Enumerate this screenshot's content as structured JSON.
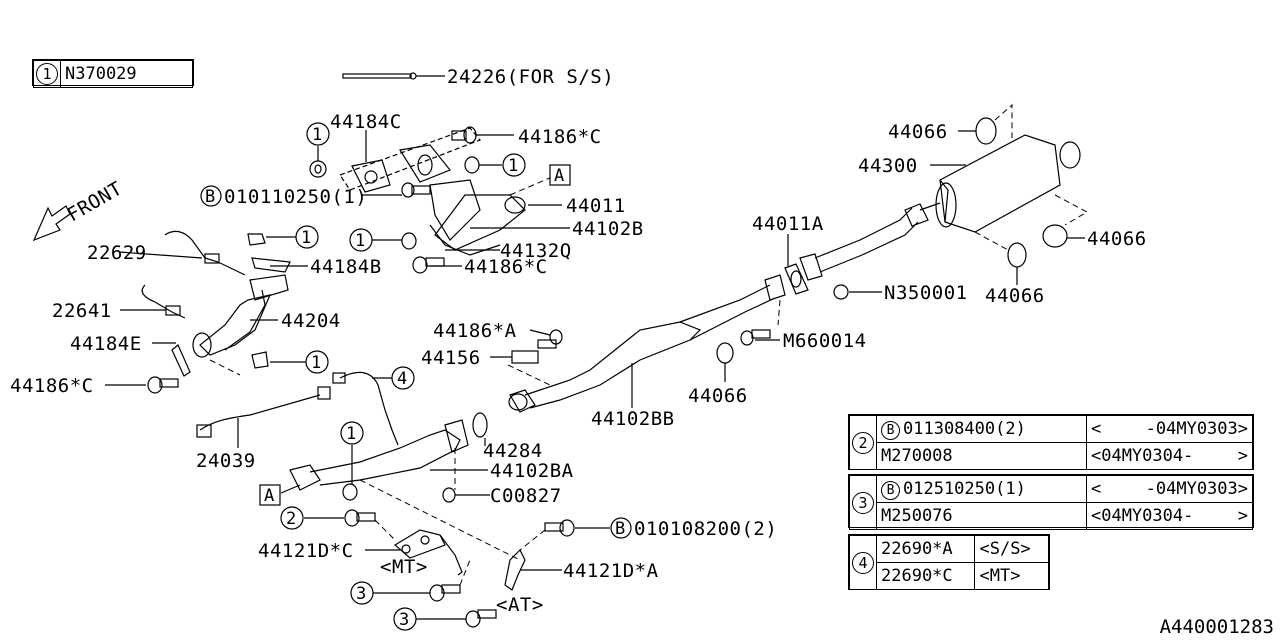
{
  "diagram": {
    "title_ref": {
      "key": "1",
      "part": "N370029"
    },
    "direction_label": "FRONT",
    "drawing_code": "A440001283",
    "callouts": [
      {
        "id": "24226",
        "text": "24226(FOR S/S)"
      },
      {
        "id": "44184C",
        "text": "44184C"
      },
      {
        "id": "44186C_top",
        "text": "44186*C"
      },
      {
        "id": "B-0101",
        "text": "010110250(1)",
        "prefix": "B"
      },
      {
        "id": "44011",
        "text": "44011"
      },
      {
        "id": "44102B",
        "text": "44102B"
      },
      {
        "id": "44132Q",
        "text": "44132Q"
      },
      {
        "id": "44186C_mid",
        "text": "44186*C"
      },
      {
        "id": "22629",
        "text": "22629"
      },
      {
        "id": "44184B",
        "text": "44184B"
      },
      {
        "id": "22641",
        "text": "22641"
      },
      {
        "id": "44204",
        "text": "44204"
      },
      {
        "id": "44184E",
        "text": "44184E"
      },
      {
        "id": "44186C_left",
        "text": "44186*C"
      },
      {
        "id": "44186A",
        "text": "44186*A"
      },
      {
        "id": "44156",
        "text": "44156"
      },
      {
        "id": "44102BB",
        "text": "44102BB"
      },
      {
        "id": "24039",
        "text": "24039"
      },
      {
        "id": "44284",
        "text": "44284"
      },
      {
        "id": "44102BA",
        "text": "44102BA"
      },
      {
        "id": "C00827",
        "text": "C00827"
      },
      {
        "id": "44121DC",
        "text": "44121D*C"
      },
      {
        "id": "MT",
        "text": "<MT>"
      },
      {
        "id": "AT",
        "text": "<AT>"
      },
      {
        "id": "B-0108",
        "text": "010108200(2)",
        "prefix": "B"
      },
      {
        "id": "44121DA",
        "text": "44121D*A"
      },
      {
        "id": "44011A",
        "text": "44011A"
      },
      {
        "id": "N350001",
        "text": "N350001"
      },
      {
        "id": "M660014",
        "text": "M660014"
      },
      {
        "id": "44066_mid",
        "text": "44066"
      },
      {
        "id": "44066_top",
        "text": "44066"
      },
      {
        "id": "44300",
        "text": "44300"
      },
      {
        "id": "44066_right",
        "text": "44066"
      },
      {
        "id": "44066_bottom",
        "text": "44066"
      }
    ],
    "ref_markers": {
      "one": "1",
      "two": "2",
      "three": "3",
      "four": "4",
      "A": "A",
      "B": "B"
    }
  },
  "legend_tables": [
    {
      "key": "2",
      "rows": [
        {
          "prefix": "B",
          "part": "011308400(2)",
          "range_start": "<",
          "range_end": "-04MY0303>"
        },
        {
          "prefix": "",
          "part": "M270008",
          "range_start": "<04MY0304-",
          "range_end": ">"
        }
      ]
    },
    {
      "key": "3",
      "rows": [
        {
          "prefix": "B",
          "part": "012510250(1)",
          "range_start": "<",
          "range_end": "-04MY0303>"
        },
        {
          "prefix": "",
          "part": "M250076",
          "range_start": "<04MY0304-",
          "range_end": ">"
        }
      ]
    },
    {
      "key": "4",
      "rows": [
        {
          "part": "22690*A",
          "note": "<S/S>"
        },
        {
          "part": "22690*C",
          "note": "<MT>"
        }
      ]
    }
  ]
}
